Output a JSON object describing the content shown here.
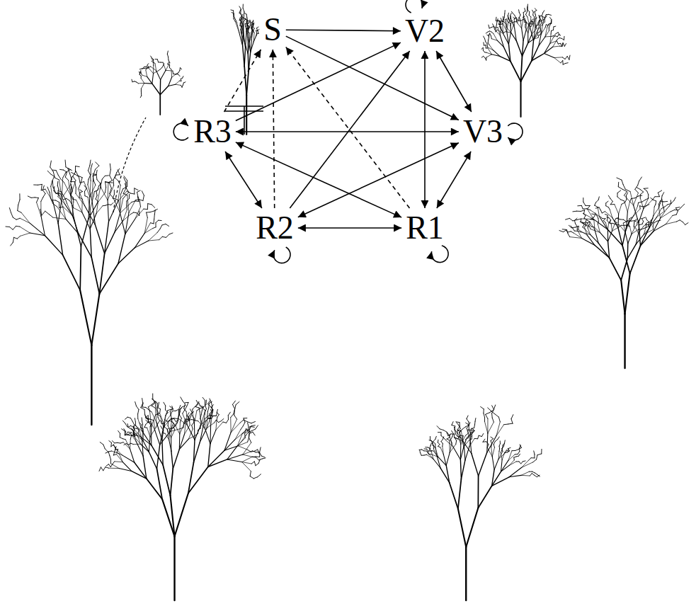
{
  "diagram": {
    "nodes": [
      {
        "text": [
          "S"
        ]
      },
      {
        "text": [
          "V2"
        ]
      },
      {
        "text": [
          "R3"
        ]
      },
      {
        "text": [
          "V3"
        ]
      },
      {
        "text": [
          "R2"
        ]
      },
      {
        "text": [
          "R1"
        ]
      }
    ],
    "edges": [
      {
        "from": 0,
        "to": 1,
        "arrow": "to"
      },
      {
        "from": 0,
        "to": 3,
        "arrow": "to"
      },
      {
        "from": 2,
        "to": 0,
        "arrow": "to"
      },
      {
        "from": 4,
        "to": 0,
        "arrow": "to"
      },
      {
        "from": 5,
        "to": 0,
        "arrow": "to"
      },
      {
        "from": 1,
        "to": 3,
        "arrow": "both"
      },
      {
        "from": 1,
        "to": 5,
        "arrow": "both"
      },
      {
        "from": 2,
        "to": 1,
        "arrow": "to"
      },
      {
        "from": 4,
        "to": 1,
        "arrow": "to"
      },
      {
        "from": 2,
        "to": 3,
        "arrow": "both"
      },
      {
        "from": 2,
        "to": 4,
        "arrow": "both"
      },
      {
        "from": 2,
        "to": 5,
        "arrow": "both"
      },
      {
        "from": 3,
        "to": 4,
        "arrow": "both"
      },
      {
        "from": 3,
        "to": 5,
        "arrow": "both"
      },
      {
        "from": 4,
        "to": 5,
        "arrow": "both"
      },
      {
        "from": 1,
        "to": 1,
        "arrow": "to"
      },
      {
        "from": 3,
        "to": 3,
        "arrow": "to"
      },
      {
        "from": 5,
        "to": 5,
        "arrow": "to"
      },
      {
        "from": 4,
        "to": 4,
        "arrow": "to"
      },
      {
        "from": 2,
        "to": 2,
        "arrow": "to"
      }
    ]
  }
}
